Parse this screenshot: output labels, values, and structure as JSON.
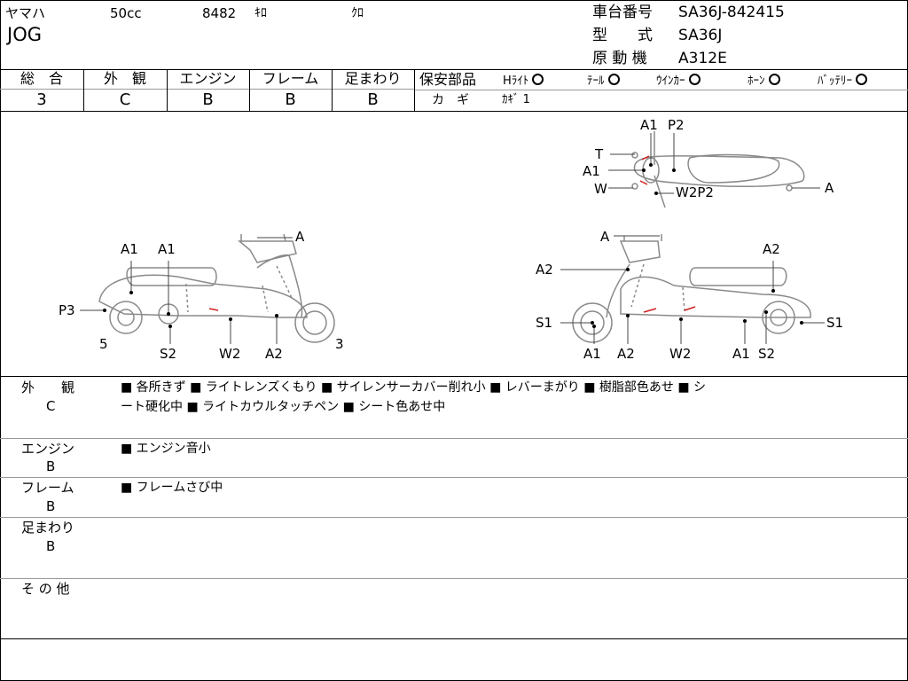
{
  "header": {
    "maker": "ヤマハ",
    "displacement": "50cc",
    "mileage": "8482",
    "mileage_unit": "ｷﾛ",
    "color": "ｸﾛ",
    "model": "JOG",
    "frame_no_label": "車台番号",
    "frame_no": "SA36J-842415",
    "type_label": "型　　式",
    "type": "SA36J",
    "engine_label": "原 動 機",
    "engine": "A312E"
  },
  "grades": [
    {
      "label": "総　合",
      "value": "3"
    },
    {
      "label": "外　観",
      "value": "C"
    },
    {
      "label": "エンジン",
      "value": "B"
    },
    {
      "label": "フレーム",
      "value": "B"
    },
    {
      "label": "足まわり",
      "value": "B"
    }
  ],
  "safety": {
    "label": "保安部品",
    "items": [
      {
        "label": "Hﾗｲﾄ"
      },
      {
        "label": "ﾃｰﾙ"
      },
      {
        "label": "ｳｲﾝｶｰ"
      },
      {
        "label": "ﾎｰﾝ"
      },
      {
        "label": "ﾊﾞｯﾃﾘｰ"
      }
    ],
    "key_label": "カ　ギ",
    "key_value": "ｶｷﾞ 1"
  },
  "diagram": {
    "side_left": {
      "a_top": "A",
      "a1_left": "A1",
      "a1_right": "A1",
      "p3": "P3",
      "num_5": "5",
      "num_3": "3",
      "s2": "S2",
      "w2": "W2",
      "a2": "A2"
    },
    "side_right": {
      "a_top": "A",
      "a2_left": "A2",
      "a2_right": "A2",
      "s1_left": "S1",
      "s1_right": "S1",
      "a1_bottom_left": "A1",
      "a2_bottom": "A2",
      "w2": "W2",
      "a1_bottom_right": "A1",
      "s2": "S2"
    },
    "top_view": {
      "a1_top": "A1",
      "p2_top": "P2",
      "t": "T",
      "a1": "A1",
      "w": "W",
      "w2p2": "W2P2",
      "a": "A"
    }
  },
  "details": [
    {
      "label": "外　　観",
      "grade": "C",
      "text_line1": "■ 各所きず ■ ライトレンズくもり ■ サイレンサーカバー削れ小 ■ レバーまがり ■ 樹脂部色あせ ■ シ",
      "text_line2": "ート硬化中 ■ ライトカウルタッチペン ■ シート色あせ中"
    },
    {
      "label": "エンジン",
      "grade": "B",
      "text_line1": "■ エンジン音小"
    },
    {
      "label": "フレーム",
      "grade": "B",
      "text_line1": "■ フレームさび中"
    },
    {
      "label": "足まわり",
      "grade": "B"
    },
    {
      "label": "そ の 他"
    }
  ]
}
